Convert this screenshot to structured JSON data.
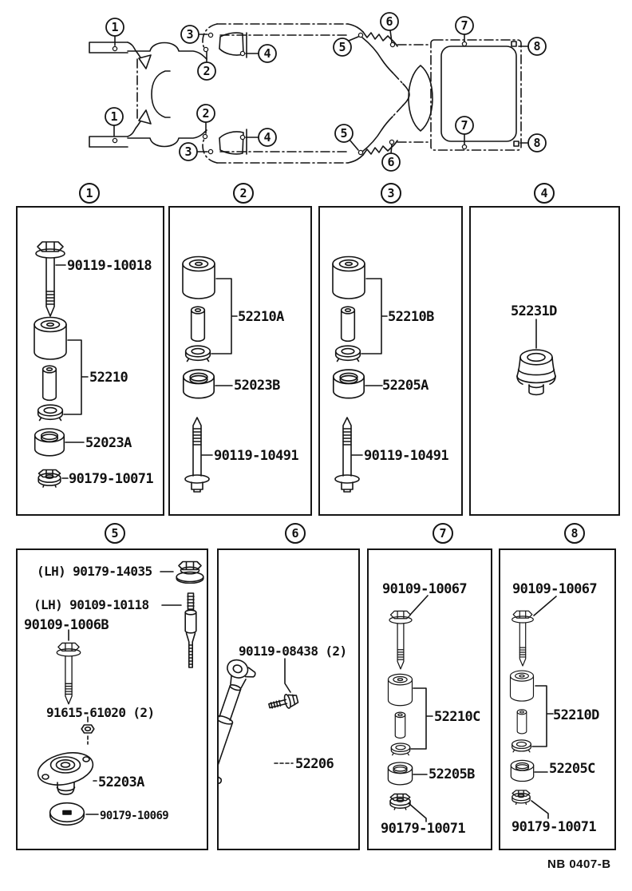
{
  "frame": {
    "markers": {
      "m1": "1",
      "m2": "2",
      "m3": "3",
      "m4": "4",
      "m5": "5",
      "m6": "6",
      "m7": "7",
      "m8": "8"
    }
  },
  "panels": [
    {
      "callout": "1",
      "labels": {
        "bolt": "90119-10018",
        "bushing": "52210",
        "cushion": "52023A",
        "nut": "90179-10071"
      }
    },
    {
      "callout": "2",
      "labels": {
        "bushing": "52210A",
        "cushion": "52023B",
        "bolt": "90119-10491"
      }
    },
    {
      "callout": "3",
      "labels": {
        "bushing": "52210B",
        "cushion": "52205A",
        "bolt": "90119-10491"
      }
    },
    {
      "callout": "4",
      "labels": {
        "cushion": "52231D"
      }
    },
    {
      "callout": "5",
      "labels": {
        "nut_lh": "(LH) 90179-14035",
        "stud_lh": "(LH) 90109-10118",
        "bolt": "90109-1006B",
        "nut": "91615-61020 (2)",
        "mount": "52203A",
        "washer": "90179-10069"
      }
    },
    {
      "callout": "6",
      "labels": {
        "bolt": "90119-08438 (2)",
        "shock": "52206"
      }
    },
    {
      "callout": "7",
      "labels": {
        "bolt": "90109-10067",
        "bushing": "52210C",
        "cushion": "52205B",
        "nut": "90179-10071"
      }
    },
    {
      "callout": "8",
      "labels": {
        "bolt": "90109-10067",
        "bushing": "52210D",
        "cushion": "52205C",
        "nut": "90179-10071"
      }
    }
  ],
  "footer": {
    "code": "NB 0407-B"
  }
}
